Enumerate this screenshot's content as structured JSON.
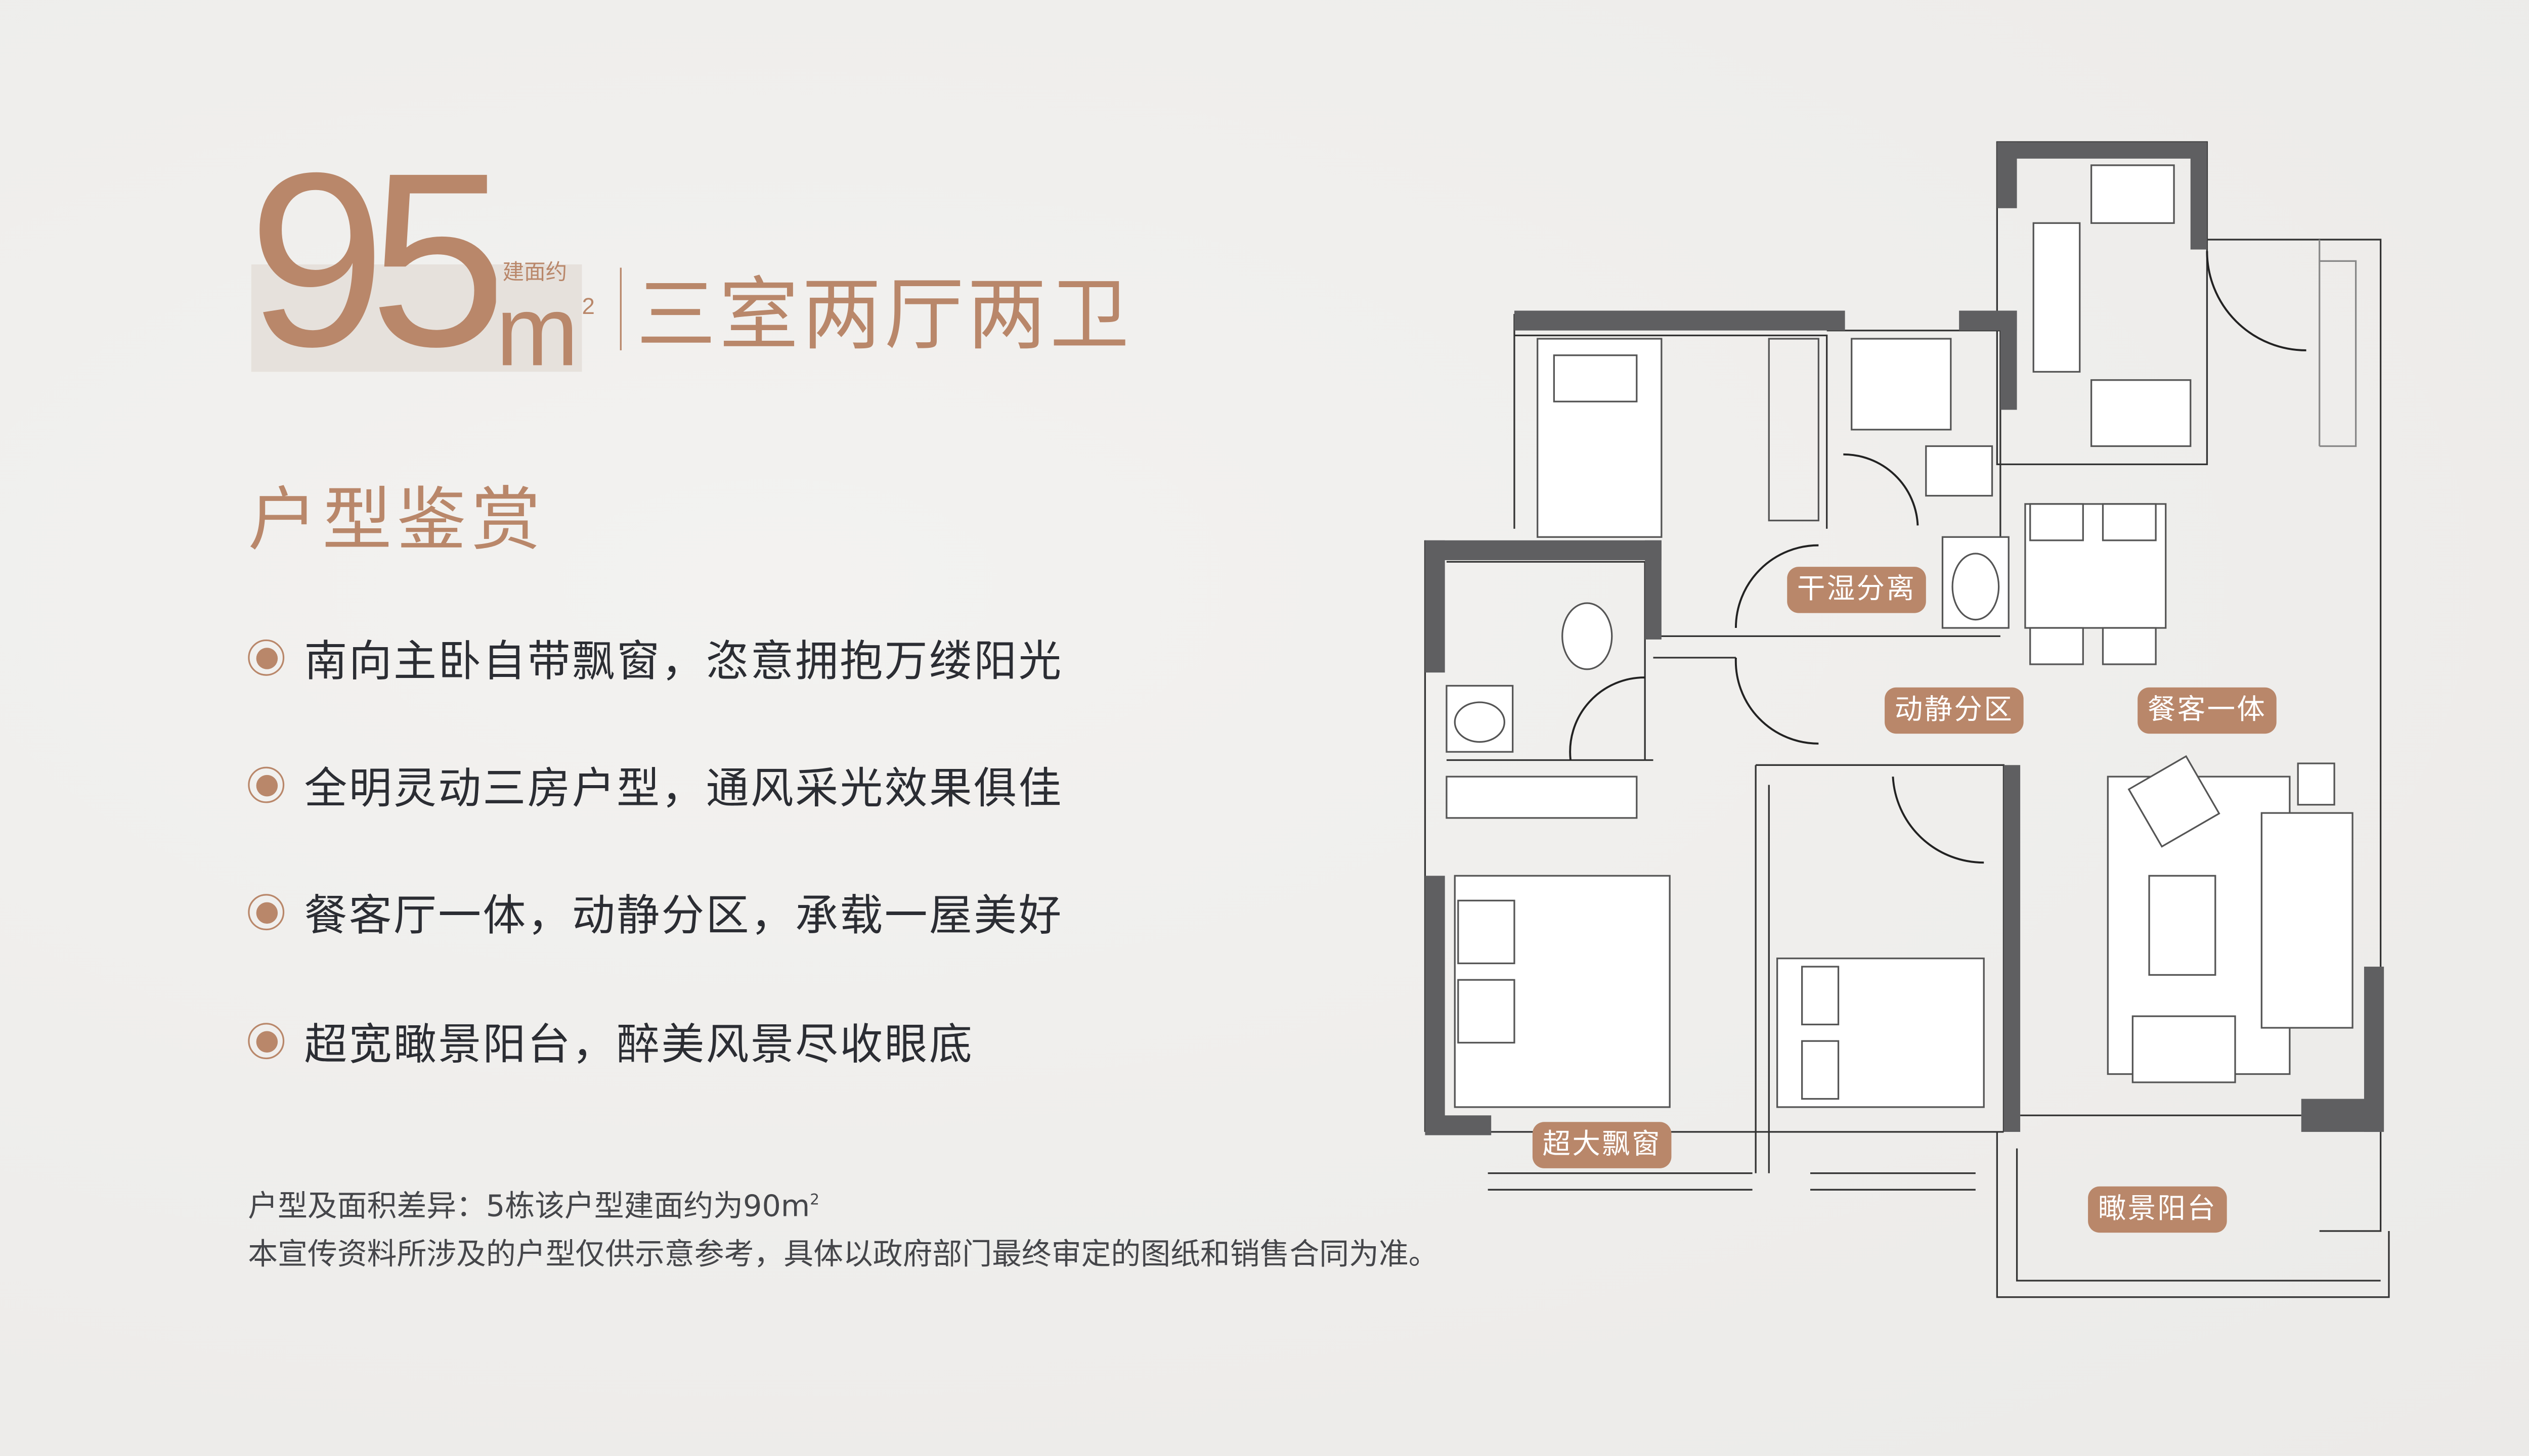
{
  "header": {
    "area_number": "95",
    "area_label": "建面约",
    "unit": "m",
    "unit_power": "2",
    "layout_type": "三室两厅两卫"
  },
  "section_title": "户型鉴赏",
  "features": [
    "南向主卧自带飘窗，恣意拥抱万缕阳光",
    "全明灵动三房户型，通风采光效果俱佳",
    "餐客厅一体，动静分区，承载一屋美好",
    "超宽瞰景阳台，醉美风景尽收眼底"
  ],
  "notes": {
    "line1_prefix": "户型及面积差异：5栋该户型建面约为90m",
    "line1_power": "2",
    "line2": "本宣传资料所涉及的户型仅供示意参考，具体以政府部门最终审定的图纸和销售合同为准。"
  },
  "floor_plan_tags": {
    "wet_dry": "干湿分离",
    "zoning": "动静分区",
    "dining_living": "餐客一体",
    "bay_window": "超大飘窗",
    "balcony": "瞰景阳台"
  },
  "colors": {
    "accent": "#b9876a",
    "text": "#2b2d33",
    "wall": "#5f5f61"
  }
}
